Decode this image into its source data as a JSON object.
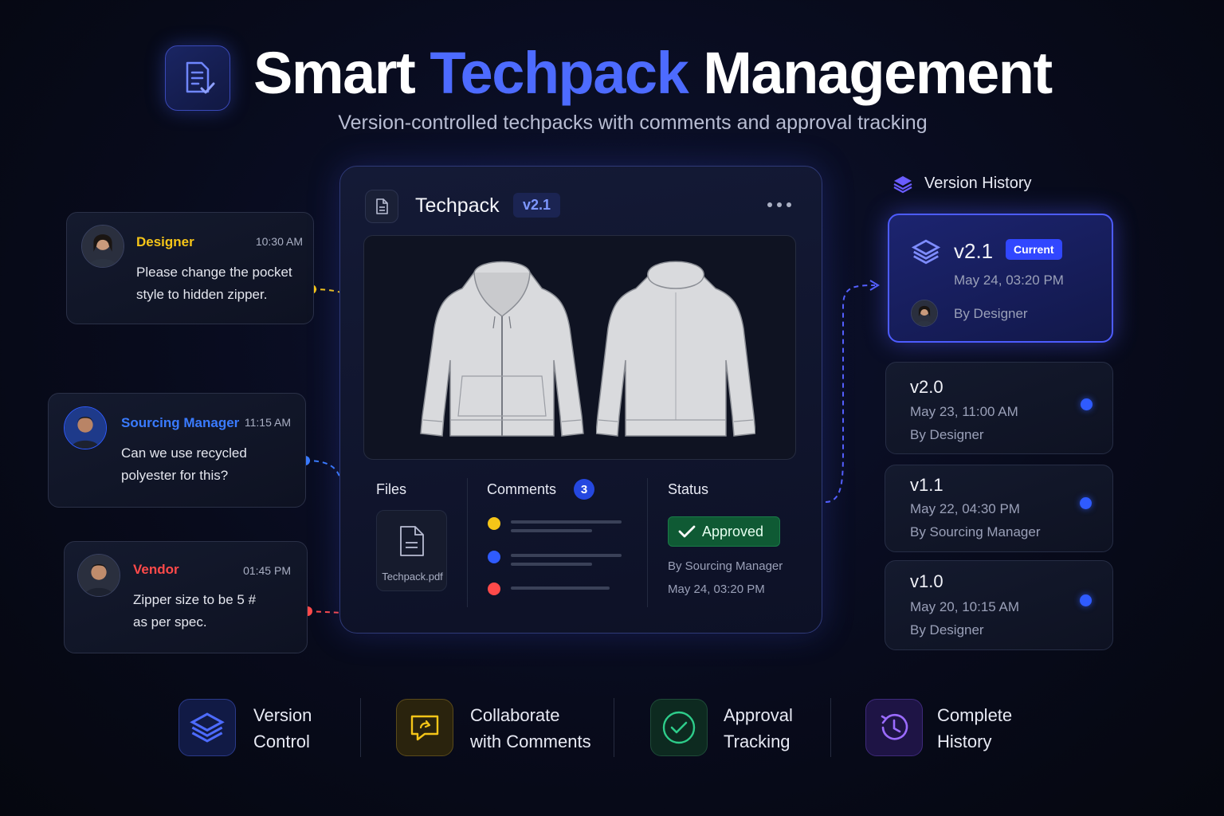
{
  "header": {
    "title_part1": "Smart",
    "title_highlight": "Techpack",
    "title_part2": "Management",
    "subtitle": "Version-controlled techpacks with comments and approval tracking"
  },
  "comments": [
    {
      "role": "Designer",
      "time": "10:30 AM",
      "text_line1": "Please change the pocket",
      "text_line2": "style to hidden zipper.",
      "role_color": "#f5c518"
    },
    {
      "role": "Sourcing Manager",
      "time": "11:15 AM",
      "text_line1": "Can we use recycled",
      "text_line2": "polyester for this?",
      "role_color": "#3a7bff"
    },
    {
      "role": "Vendor",
      "time": "01:45 PM",
      "text_line1": "Zipper size to be 5 #",
      "text_line2": "as per spec.",
      "role_color": "#ff4a4a"
    }
  ],
  "panel": {
    "title": "Techpack",
    "version": "v2.1",
    "files_label": "Files",
    "file_name": "Techpack.pdf",
    "comments_label": "Comments",
    "comments_count": "3",
    "status_label": "Status",
    "status_value": "Approved",
    "status_by": "By Sourcing Manager",
    "status_date": "May 24, 03:20 PM"
  },
  "version_history": {
    "title": "Version History",
    "current_label": "Current",
    "items": [
      {
        "version": "v2.1",
        "date": "May 24, 03:20 PM",
        "by": "By Designer"
      },
      {
        "version": "v2.0",
        "date": "May 23, 11:00 AM",
        "by": "By Designer"
      },
      {
        "version": "v1.1",
        "date": "May 22, 04:30 PM",
        "by": "By Sourcing Manager"
      },
      {
        "version": "v1.0",
        "date": "May 20, 10:15 AM",
        "by": "By Designer"
      }
    ]
  },
  "features": [
    {
      "line1": "Version",
      "line2": "Control",
      "icon": "layers-icon"
    },
    {
      "line1": "Collaborate",
      "line2": "with Comments",
      "icon": "chat-icon"
    },
    {
      "line1": "Approval",
      "line2": "Tracking",
      "icon": "check-circle-icon"
    },
    {
      "line1": "Complete",
      "line2": "History",
      "icon": "history-icon"
    }
  ],
  "colors": {
    "accent": "#4d6bff",
    "yellow": "#f5c518",
    "blue": "#3a7bff",
    "red": "#ff4a4a",
    "green": "#0f5a34"
  }
}
